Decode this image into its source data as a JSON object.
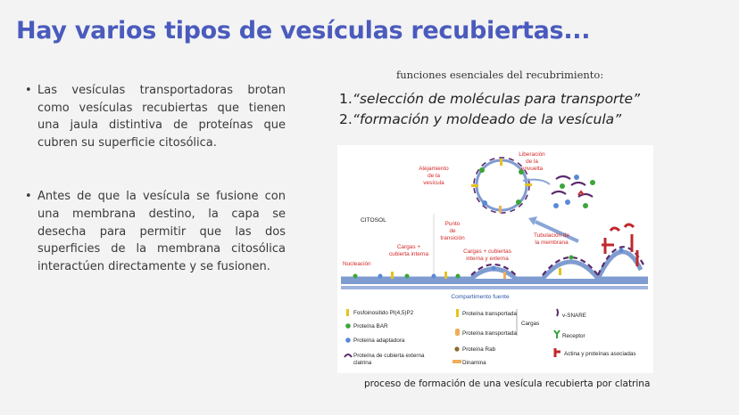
{
  "title": "Hay varios tipos de vesículas recubiertas...",
  "bullets": [
    "Las vesículas transportadoras brotan como vesículas recubiertas que tienen una jaula distintiva de proteínas que cubren su superficie citosólica.",
    "Antes de que la vesícula se fusione con una membrana destino, la capa se desecha para permitir que las dos superficies de la membrana citosólica interactúen directamente y se fusionen."
  ],
  "functions": {
    "heading": "funciones esenciales del recubrimiento:",
    "items": [
      {
        "num": "1.",
        "text": "“selección de moléculas para transporte”"
      },
      {
        "num": "2.",
        "text": "“formación y moldeado de la vesícula”"
      }
    ]
  },
  "diagram": {
    "labels": {
      "alejamiento": [
        "Alejamiento",
        "de la",
        "vesícula"
      ],
      "liberacion": [
        "Liberación",
        "de la",
        "envuelta"
      ],
      "citosol": "CITOSOL",
      "punto": [
        "Punto",
        "de",
        "transición"
      ],
      "cargas_interna": [
        "Cargas +",
        "cubierta interna"
      ],
      "cargas_cubiertas": [
        "Cargas + cubiertas",
        "interna y externa"
      ],
      "tubulacion": [
        "Tubulación de",
        "la membrana"
      ],
      "nucleacion": "Nucleación",
      "compartimento": "Compartimento fuente"
    },
    "legend": {
      "col1": [
        "Fosfoinositido PI(4,5)P2",
        "Proteína BAR",
        "Proteína adaptadora",
        "Proteína de cubierta externa",
        "clatrina"
      ],
      "col2": [
        "Proteína transportada",
        "Proteína transportada",
        "Proteína Rab",
        "Dinamina"
      ],
      "cargas": "Cargas",
      "col3": [
        "v-SNARE",
        "Receptor",
        "Actina y proteínas asociadas"
      ]
    },
    "colors": {
      "red_label": "#d42a2a",
      "membrane_blue": "#7f9cd1",
      "bar_green": "#3ba53b",
      "adaptor_blue": "#5a8ad6",
      "clathrin_purple": "#5b2a6e",
      "actin_red": "#c0282d",
      "cargo_yellow": "#e6c21e",
      "dynamin_orange": "#efae5a"
    }
  },
  "caption": "proceso de formación de una vesícula recubierta por clatrina"
}
